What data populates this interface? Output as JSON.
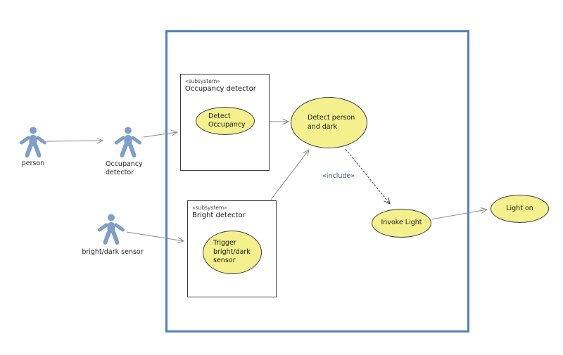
{
  "diagram": {
    "type": "uml-use-case",
    "actors": [
      {
        "id": "person",
        "label": "person"
      },
      {
        "id": "occupancy-detector",
        "label": "Occupancy\ndetector"
      },
      {
        "id": "bright-dark-sensor",
        "label": "bright/dark sensor"
      }
    ],
    "subsystems": [
      {
        "id": "occupancy-detector",
        "stereotype": "«subsystem»",
        "title": "Occupancy detector"
      },
      {
        "id": "bright-detector",
        "stereotype": "«subsystem»",
        "title": "Bright detector"
      }
    ],
    "use_cases": [
      {
        "id": "detect-occupancy",
        "label": "Detect\nOccupancy"
      },
      {
        "id": "detect-person-and-dark",
        "label": "Detect person\nand dark"
      },
      {
        "id": "trigger-bright-dark-sensor",
        "label": "Trigger\nbright/dark\nsensor"
      },
      {
        "id": "invoke-light",
        "label": "Invoke Light"
      },
      {
        "id": "light-on",
        "label": "Light on"
      }
    ],
    "labels": {
      "include": "«include»"
    },
    "colors": {
      "boundary": "#4f81bd",
      "usecase_fill": "#f4f08d",
      "usecase_border": "#3f3f3f",
      "actor_fill": "#7d9fc8",
      "arrow": "#8a8a8a",
      "include_arrow": "#3a3a3a",
      "include_text": "#44546a"
    }
  }
}
